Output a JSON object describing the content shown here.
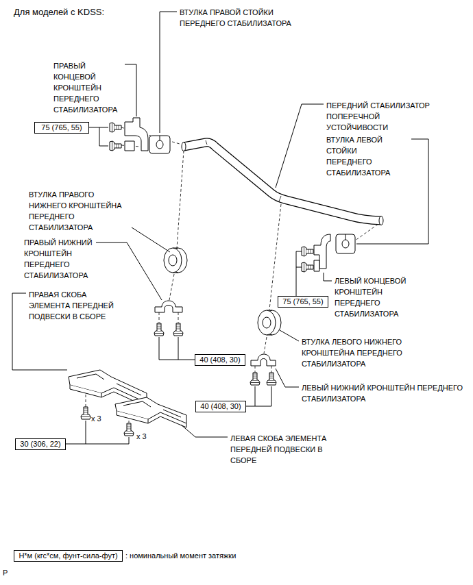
{
  "diagram": {
    "title": "Для моделей с KDSS:",
    "nodes": [
      {
        "text": [
          "75 (765, 55)"
        ]
      },
      {
        "text": [
          "75 (765, 55)"
        ]
      },
      {
        "text": [
          "40 (408, 30)"
        ]
      },
      {
        "text": [
          "40 (408, 30)"
        ]
      },
      {
        "text": [
          "30 (306, 22)"
        ]
      },
      {
        "text": [
          "Н*м (кгс*см, фунт-сила-фут)"
        ]
      }
    ],
    "labels": [
      "ПРАВЫЙ КОНЦЕВОЙ КРОНШТЕЙН ПЕРЕДНЕГО СТАБИЛИЗАТОРА",
      "ВТУЛКА ПРАВОЙ СТОЙКИ ПЕРЕДНЕГО СТАБИЛИЗАТОРА",
      "ПЕРЕДНИЙ СТАБИЛИЗАТОР ПОПЕРЕЧНОЙ УСТОЙЧИВОСТИ",
      "ВТУЛКА ЛЕВОЙ СТОЙКИ ПЕРЕДНЕГО СТАБИЛИЗАТОРА",
      "ВТУЛКА ПРАВОГО НИЖНЕГО КРОНШТЕЙНА ПЕРЕДНЕГО СТАБИЛИЗАТОРА",
      "ПРАВЫЙ НИЖНИЙ КРОНШТЕЙН ПЕРЕДНЕГО СТАБИЛИЗАТОРА",
      "ПРАВАЯ СКОБА ЭЛЕМЕНТА ПЕРЕДНЕЙ ПОДВЕСКИ В СБОРЕ",
      "ЛЕВЫЙ КОНЦЕВОЙ КРОНШТЕЙН ПЕРЕДНЕГО СТАБИЛИЗАТОРА",
      "ВТУЛКА ЛЕВОГО НИЖНЕГО КРОНШТЕЙНА ПЕРЕДНЕГО СТАБИЛИЗАТОРА",
      "ЛЕВЫЙ НИЖНИЙ КРОНШТЕЙН ПЕРЕДНЕГО СТАБИЛИЗАТОРА",
      "ЛЕВАЯ СКОБА ЭЛЕМЕНТА ПЕРЕДНЕЙ ПОДВЕСКИ В СБОРЕ",
      "x 3",
      "x 3",
      ": номинальный момент затяжки",
      "P"
    ]
  }
}
